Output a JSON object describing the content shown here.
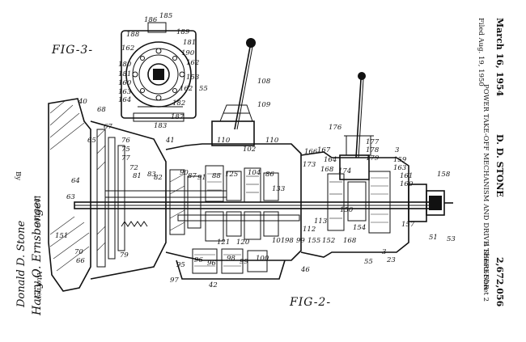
{
  "header": {
    "date": "March 16, 1954",
    "filed": "Filed Aug. 19, 1950",
    "inventor_name": "D. D. STONE",
    "patent_title": "POWER TAKE-OFF MECHANISM AND DRIVE THEREFOR",
    "patent_number": "2,672,056",
    "sheets": "4 Sheets-Sheet 2"
  },
  "figures": {
    "fig3": "FIG-3-",
    "fig2": "FIG-2-"
  },
  "signature": {
    "inventor_sig": "Donald D. Stone",
    "inventor_caption": "Inventor",
    "by": "By",
    "attorney_sig": "Harry O. Ernsberger",
    "attorney_caption": "Attorney"
  },
  "fig3_labels": [
    "185",
    "186",
    "188",
    "189",
    "162",
    "181",
    "180",
    "181",
    "190",
    "160",
    "163",
    "162",
    "153",
    "162",
    "164",
    "55",
    "182",
    "187",
    "183"
  ],
  "fig2_labels": [
    "40",
    "65",
    "68",
    "67",
    "76",
    "41",
    "75",
    "77",
    "64",
    "63",
    "151",
    "66",
    "70",
    "79",
    "82",
    "83",
    "81",
    "72",
    "90",
    "91",
    "87",
    "88",
    "108",
    "109",
    "110",
    "102",
    "110",
    "125",
    "104",
    "86",
    "133",
    "95",
    "97",
    "96",
    "96",
    "98",
    "99",
    "100",
    "121",
    "120",
    "42",
    "101",
    "176",
    "177",
    "178",
    "179",
    "167",
    "164",
    "166",
    "174",
    "173",
    "168",
    "163",
    "161",
    "160",
    "159",
    "158",
    "3",
    "3",
    "23",
    "155",
    "152",
    "168",
    "157",
    "51",
    "53",
    "55",
    "98",
    "99",
    "112",
    "113",
    "46",
    "154",
    "150"
  ]
}
